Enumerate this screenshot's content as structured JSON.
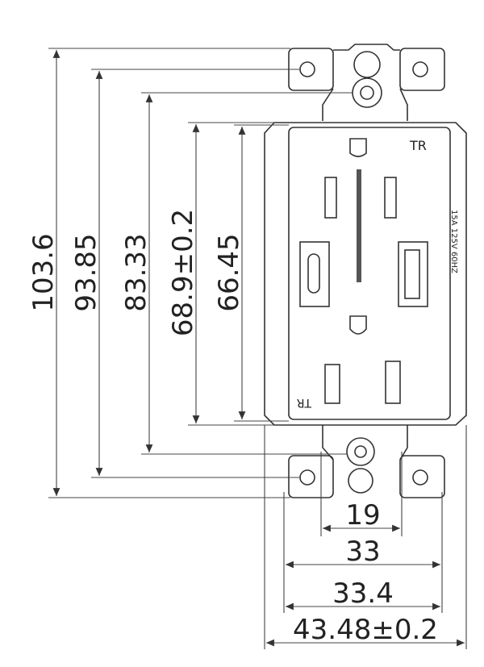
{
  "dimensions": {
    "vertical": [
      "103.6",
      "93.85",
      "83.33",
      "68.9±0.2",
      "66.45"
    ],
    "horizontal": [
      "19",
      "33",
      "33.4",
      "43.48±0.2"
    ]
  },
  "receptacle": {
    "tr_top": "TR",
    "tr_bottom": "TR",
    "rating": "15A 125V 60HZ"
  }
}
